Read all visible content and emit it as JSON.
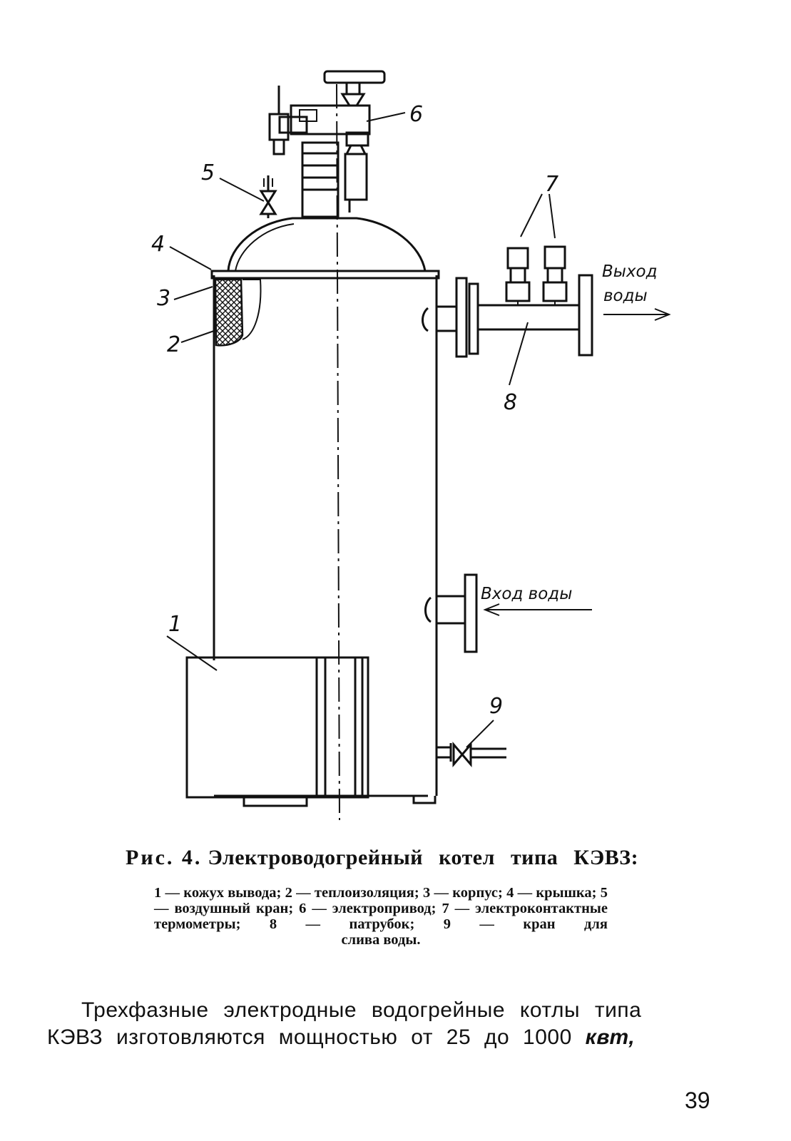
{
  "figure": {
    "labels": {
      "n1": "1",
      "n2": "2",
      "n3": "3",
      "n4": "4",
      "n5": "5",
      "n6": "6",
      "n7": "7",
      "n8": "8",
      "n9": "9"
    },
    "water_out_line1": "Выход",
    "water_out_line2": "воды",
    "water_in": "Вход воды"
  },
  "caption": {
    "number": "Рис. 4.",
    "title": "Электроводогрейный котел типа КЭВЗ:",
    "legend_main": "1 — кожух вывода; 2 — теплоизоляция; 3 — корпус; 4 — крышка; 5 — воздушный кран; 6 — электропривод; 7 — электроконтактные термометры; 8 — патрубок; 9 — кран для",
    "legend_last": "слива воды."
  },
  "body": {
    "line1": "Трехфазные электродные водогрейные котлы типа",
    "line2_text": "КЭВЗ изготовляются мощностью от 25 до 1000",
    "line2_unit": "квт,"
  },
  "page_number": "39"
}
